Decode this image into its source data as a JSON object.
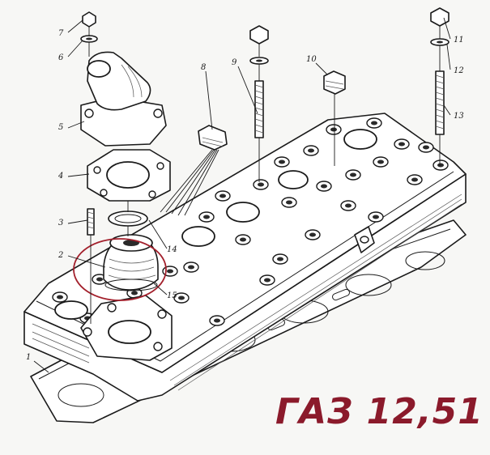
{
  "callouts": [
    "1",
    "2",
    "3",
    "4",
    "5",
    "6",
    "7",
    "8",
    "9",
    "10",
    "11",
    "12",
    "13",
    "14",
    "15"
  ],
  "caption": "ГАЗ 12,51",
  "colors": {
    "caption": "#8b1a2b",
    "highlight_circle": "#a3202c",
    "line": "#1a1a1a"
  }
}
